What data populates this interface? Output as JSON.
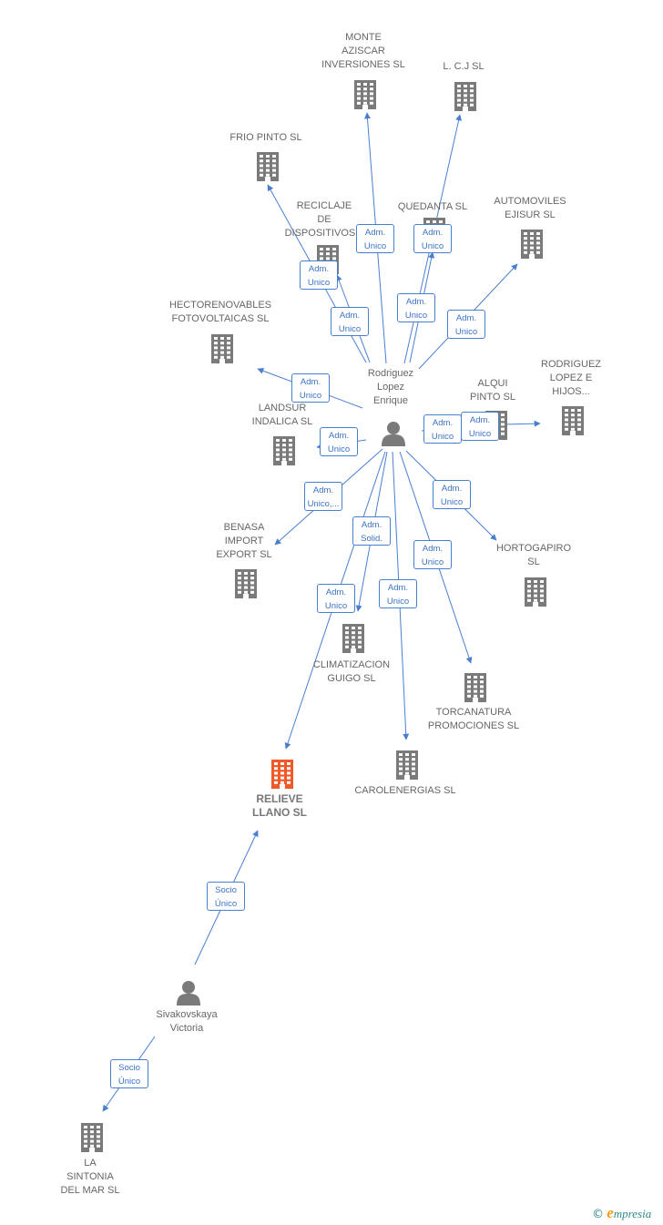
{
  "colors": {
    "link": "#4a7fd0",
    "node": "#7a7a7a",
    "highlight": "#f05a28",
    "badge_text": "#3b72c4",
    "brand_e": "#f39c12",
    "brand_text": "#2f8a8e"
  },
  "persons": [
    {
      "id": "rodriguez",
      "label": "Rodriguez\nLopez\nEnrique"
    },
    {
      "id": "sivakovskaya",
      "label": "Sivakovskaya\nVictoria"
    }
  ],
  "companies": [
    {
      "id": "monte",
      "label": "MONTE\nAZISCAR\nINVERSIONES SL"
    },
    {
      "id": "lcj",
      "label": "L. C.J SL"
    },
    {
      "id": "frio",
      "label": "FRIO PINTO  SL"
    },
    {
      "id": "reciclaje",
      "label": "RECICLAJE\nDE\nDISPOSITIVOS..."
    },
    {
      "id": "quedanta",
      "label": "QUEDANTA SL"
    },
    {
      "id": "automoviles",
      "label": "AUTOMOVILES\nEJISUR  SL"
    },
    {
      "id": "hectorenovables",
      "label": "HECTORENOVABLES\nFOTOVOLTAICAS SL"
    },
    {
      "id": "rodriguezlopez",
      "label": "RODRIGUEZ\nLOPEZ E\nHIJOS..."
    },
    {
      "id": "alqui",
      "label": "ALQUI\nPINTO  SL"
    },
    {
      "id": "landsur",
      "label": "LANDSUR\nINDALICA SL"
    },
    {
      "id": "benasa",
      "label": "BENASA\nIMPORT\nEXPORT  SL"
    },
    {
      "id": "hortogapiro",
      "label": "HORTOGAPIRO\nSL"
    },
    {
      "id": "climatizacion",
      "label": "CLIMATIZACION\nGUIGO SL"
    },
    {
      "id": "torcanatura",
      "label": "TORCANATURA\nPROMOCIONES SL"
    },
    {
      "id": "relieve",
      "label": "RELIEVE\nLLANO  SL",
      "highlight": true
    },
    {
      "id": "carolenergias",
      "label": "CAROLENERGIAS SL"
    },
    {
      "id": "lasintonia",
      "label": "LA\nSINTONIA\nDEL MAR  SL"
    }
  ],
  "relations": [
    {
      "from": "rodriguez",
      "to": "monte",
      "label": "Adm.\nUnico"
    },
    {
      "from": "rodriguez",
      "to": "lcj",
      "label": "Adm.\nUnico"
    },
    {
      "from": "rodriguez",
      "to": "frio",
      "label": "Adm.\nUnico"
    },
    {
      "from": "rodriguez",
      "to": "reciclaje",
      "label": "Adm.\nUnico"
    },
    {
      "from": "rodriguez",
      "to": "quedanta",
      "label": "Adm.\nUnico"
    },
    {
      "from": "rodriguez",
      "to": "automoviles",
      "label": "Adm.\nUnico"
    },
    {
      "from": "rodriguez",
      "to": "hectorenovables",
      "label": "Adm.\nUnico"
    },
    {
      "from": "rodriguez",
      "to": "alqui",
      "label": "Adm.\nUnico"
    },
    {
      "from": "rodriguez",
      "to": "rodriguezlopez",
      "label": "Adm.\nUnico"
    },
    {
      "from": "rodriguez",
      "to": "landsur",
      "label": "Adm.\nUnico"
    },
    {
      "from": "rodriguez",
      "to": "benasa",
      "label": "Adm.\nUnico,..."
    },
    {
      "from": "rodriguez",
      "to": "hortogapiro",
      "label": "Adm.\nUnico"
    },
    {
      "from": "rodriguez",
      "to": "climatizacion",
      "label": "Adm.\nSolid."
    },
    {
      "from": "rodriguez",
      "to": "torcanatura",
      "label": "Adm.\nUnico"
    },
    {
      "from": "rodriguez",
      "to": "relieve",
      "label": "Adm.\nUnico"
    },
    {
      "from": "rodriguez",
      "to": "carolenergias",
      "label": "Adm.\nUnico"
    },
    {
      "from": "sivakovskaya",
      "to": "relieve",
      "label": "Socio\nÚnico"
    },
    {
      "from": "sivakovskaya",
      "to": "lasintonia",
      "label": "Socio\nÚnico"
    }
  ],
  "footer": {
    "copyright": "©",
    "brand_initial": "e",
    "brand_rest": "mpresia"
  }
}
